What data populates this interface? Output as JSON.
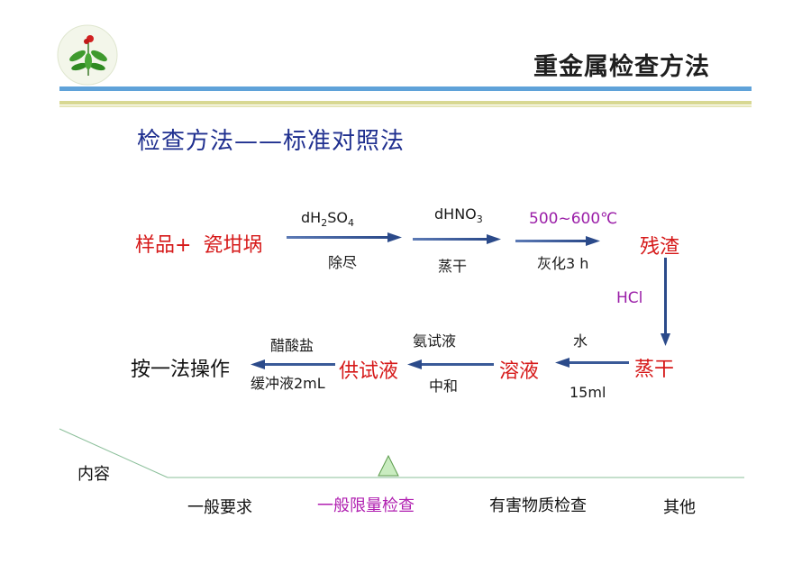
{
  "header": {
    "title": "重金属检查方法",
    "logo_icon": "ginseng-plant-logo-icon"
  },
  "subtitle": "检查方法——标准对照法",
  "flow": {
    "start": {
      "prefix": "样品+",
      "label": "瓷坩埚"
    },
    "step1": {
      "reagent_base": "dH",
      "reagent_sub1": "2",
      "reagent_mid": "SO",
      "reagent_sub2": "4",
      "note": "除尽"
    },
    "step2": {
      "reagent_base": "dHNO",
      "reagent_sub": "3",
      "note": "蒸干"
    },
    "step3": {
      "temperature": "500~600℃",
      "note": "灰化3 h"
    },
    "residue": "残渣",
    "acid": "HCl",
    "evaporate": "蒸干",
    "step4": {
      "reagent": "水",
      "amount": "15ml"
    },
    "solution": "溶液",
    "step5": {
      "reagent": "氨试液",
      "note": "中和"
    },
    "test_solution": "供试液",
    "step6": {
      "reagent": "醋酸盐",
      "note": "缓冲液2mL"
    },
    "end": "按一法操作"
  },
  "nav": {
    "label": "内容",
    "items": [
      "一般要求",
      "一般限量检查",
      "有害物质检查",
      "其他"
    ],
    "active_index": 1
  },
  "colors": {
    "title_blue": "#1f2f8f",
    "accent_red": "#d61a1a",
    "accent_purple": "#9b1fa8",
    "arrow_blue": "#2b4a8a"
  }
}
